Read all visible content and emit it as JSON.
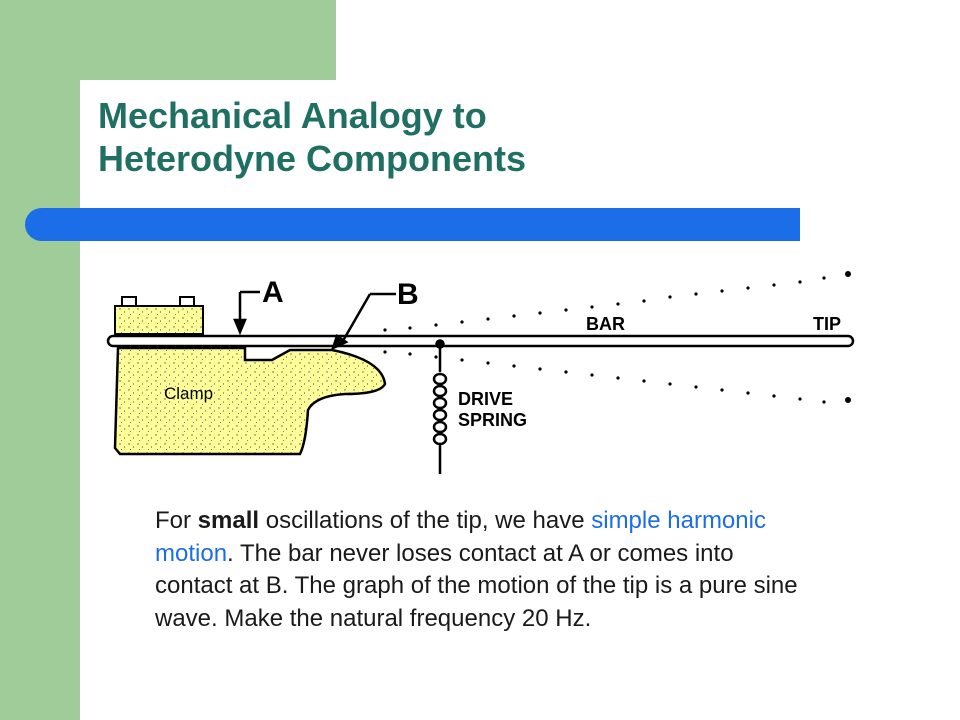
{
  "slide": {
    "title_line1": "Mechanical Analogy to",
    "title_line2": "Heterodyne Components"
  },
  "colors": {
    "sidebar_green": "#9fcc98",
    "title_teal": "#1f7062",
    "accent_blue": "#1b6ee7",
    "clamp_yellow": "#ffff99"
  },
  "diagram": {
    "label_a": "A",
    "label_b": "B",
    "label_bar": "BAR",
    "label_tip": "TIP",
    "label_clamp": "Clamp",
    "label_drive": "DRIVE",
    "label_spring": "SPRING"
  },
  "body": {
    "part1": "For ",
    "bold": "small",
    "part2": " oscillations of the tip, we have ",
    "highlight": "simple harmonic motion",
    "part3": ". The bar never loses contact at A or comes into contact at B. The graph of the motion of the tip is a pure sine wave. Make the natural frequency 20 Hz."
  }
}
